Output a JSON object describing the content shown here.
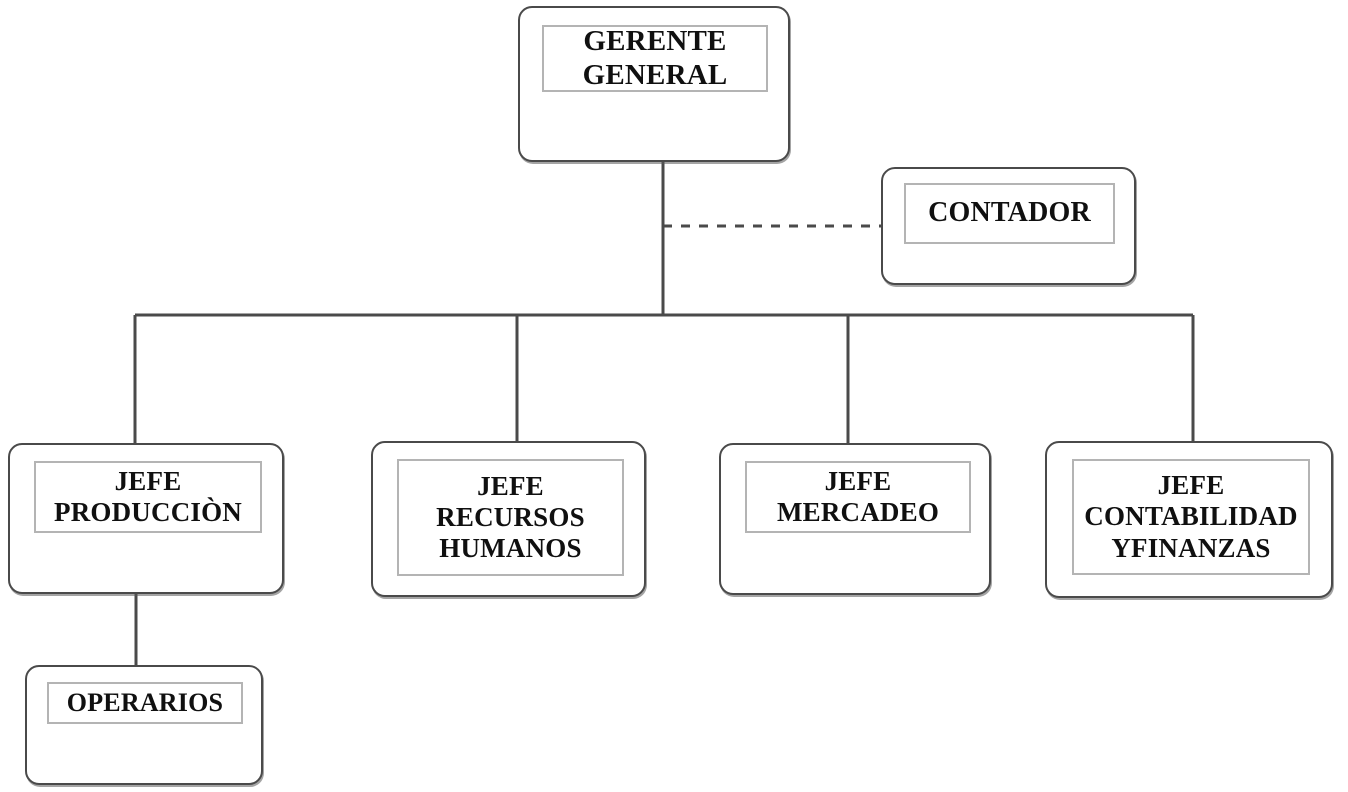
{
  "diagram": {
    "title": "Organigrama",
    "type": "organizational-chart",
    "language": "es",
    "background_color": "#FFFFFF",
    "box_border_color": "#4A4A4A",
    "inner_border_color": "#B4B4B4",
    "text_color": "#101010",
    "connector_color": "#4A4A4A"
  },
  "nodes": [
    {
      "id": "gerente-general",
      "label": "GERENTE\nGENERAL",
      "level": 0,
      "role": "root"
    },
    {
      "id": "contador",
      "label": "CONTADOR",
      "level": 1,
      "role": "staff-advisory"
    },
    {
      "id": "jefe-produccion",
      "label": "JEFE\nPRODUCCIÒN",
      "level": 2,
      "role": "department-head"
    },
    {
      "id": "jefe-recursos-humanos",
      "label": "JEFE\nRECURSOS\nHUMANOS",
      "level": 2,
      "role": "department-head"
    },
    {
      "id": "jefe-mercadeo",
      "label": "JEFE\nMERCADEO",
      "level": 2,
      "role": "department-head"
    },
    {
      "id": "jefe-contabilidad-yfinanzas",
      "label": "JEFE\nCONTABILIDAD\nYFINANZAS",
      "level": 2,
      "role": "department-head"
    },
    {
      "id": "operarios",
      "label": "OPERARIOS",
      "level": 3,
      "role": "operational"
    }
  ],
  "connections": [
    {
      "from": "gerente-general",
      "to": "contador",
      "style": "dashed"
    },
    {
      "from": "gerente-general",
      "to": "jefe-produccion",
      "style": "solid"
    },
    {
      "from": "gerente-general",
      "to": "jefe-recursos-humanos",
      "style": "solid"
    },
    {
      "from": "gerente-general",
      "to": "jefe-mercadeo",
      "style": "solid"
    },
    {
      "from": "gerente-general",
      "to": "jefe-contabilidad-yfinanzas",
      "style": "solid"
    },
    {
      "from": "jefe-produccion",
      "to": "operarios",
      "style": "solid"
    }
  ]
}
